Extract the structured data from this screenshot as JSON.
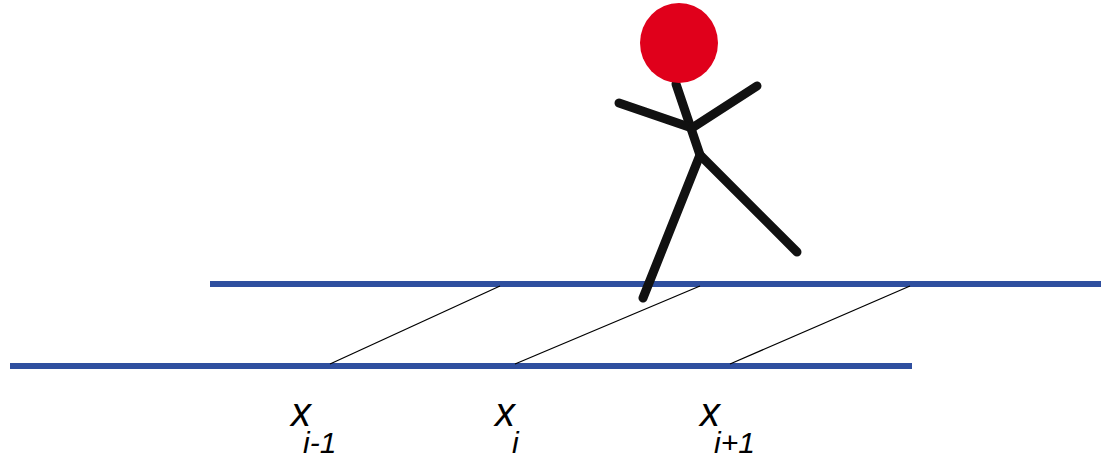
{
  "diagram": {
    "labels": [
      "x",
      "i-1",
      "x",
      "i",
      "x",
      "i+1"
    ]
  }
}
